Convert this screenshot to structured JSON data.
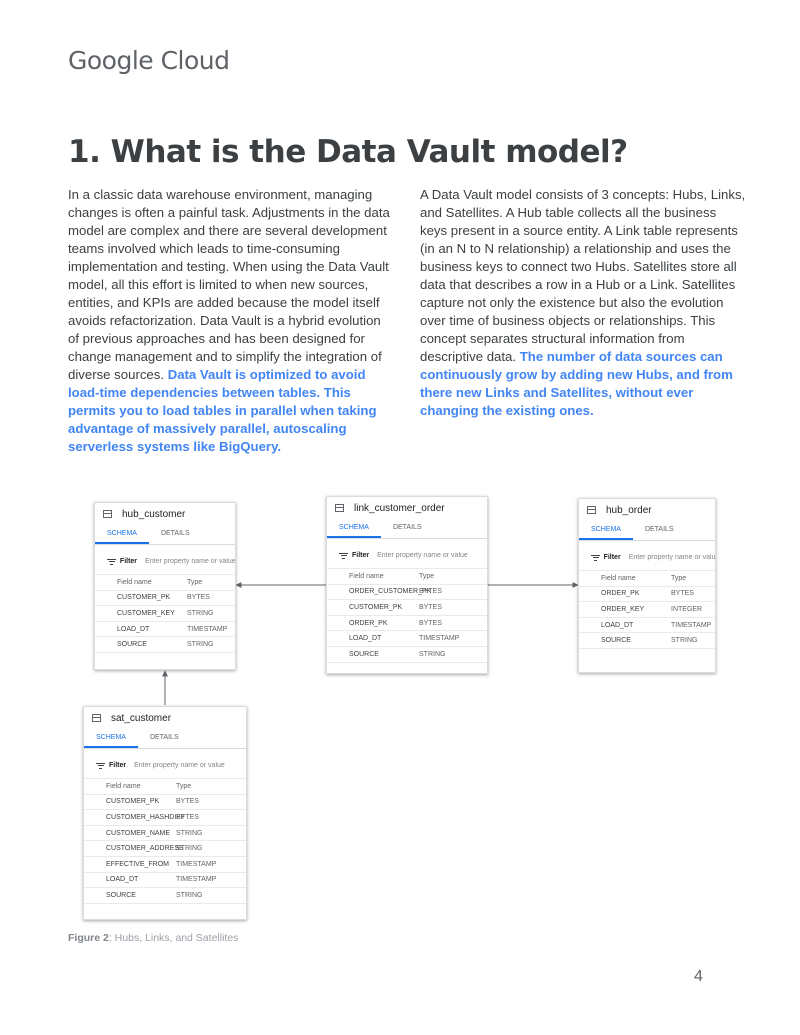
{
  "header": {
    "logo_text": "Google Cloud"
  },
  "title": "1. What is the Data Vault model?",
  "left_column": {
    "text": "In a classic data warehouse environment, managing changes is often a painful task. Adjustments in the data model are complex and there are several development teams involved which leads to time-consuming implementation and testing. When using the Data Vault model, all this effort is limited to when new sources, entities, and KPIs are added because the model itself avoids refactorization. Data Vault is a hybrid evolution of previous approaches and has been designed for change management and to simplify the integration of diverse sources.",
    "highlight": "Data Vault is optimized to avoid load-time dependencies between tables. This permits you to load tables in parallel when taking advantage of massively parallel, autoscaling serverless systems like BigQuery."
  },
  "right_column": {
    "text": "A Data Vault model consists of 3 concepts: Hubs, Links, and Satellites. A Hub table collects all the business keys present in a source entity. A Link table represents (in an N to N relationship) a relationship and uses the business keys to connect two Hubs. Satellites store all data that describes a row in a Hub or a Link. Satellites capture not only the existence but also the evolution over time of business objects or relationships. This concept separates structural information from descriptive data.",
    "highlight": "The number of data sources can continuously grow by adding new Hubs, and from there new Links and Satellites, without ever changing the existing ones."
  },
  "common": {
    "tab_schema": "SCHEMA",
    "tab_details": "DETAILS",
    "filter_label": "Filter",
    "filter_placeholder": "Enter property name or value",
    "col_field": "Field name",
    "col_type": "Type"
  },
  "tables": {
    "hub_customer": {
      "name": "hub_customer",
      "fields": [
        {
          "name": "CUSTOMER_PK",
          "type": "BYTES"
        },
        {
          "name": "CUSTOMER_KEY",
          "type": "STRING"
        },
        {
          "name": "LOAD_DT",
          "type": "TIMESTAMP"
        },
        {
          "name": "SOURCE",
          "type": "STRING"
        }
      ]
    },
    "link_customer_order": {
      "name": "link_customer_order",
      "fields": [
        {
          "name": "ORDER_CUSTOMER_PK",
          "type": "BYTES"
        },
        {
          "name": "CUSTOMER_PK",
          "type": "BYTES"
        },
        {
          "name": "ORDER_PK",
          "type": "BYTES"
        },
        {
          "name": "LOAD_DT",
          "type": "TIMESTAMP"
        },
        {
          "name": "SOURCE",
          "type": "STRING"
        }
      ]
    },
    "hub_order": {
      "name": "hub_order",
      "fields": [
        {
          "name": "ORDER_PK",
          "type": "BYTES"
        },
        {
          "name": "ORDER_KEY",
          "type": "INTEGER"
        },
        {
          "name": "LOAD_DT",
          "type": "TIMESTAMP"
        },
        {
          "name": "SOURCE",
          "type": "STRING"
        }
      ]
    },
    "sat_customer": {
      "name": "sat_customer",
      "fields": [
        {
          "name": "CUSTOMER_PK",
          "type": "BYTES"
        },
        {
          "name": "CUSTOMER_HASHDIFF",
          "type": "BYTES"
        },
        {
          "name": "CUSTOMER_NAME",
          "type": "STRING"
        },
        {
          "name": "CUSTOMER_ADDRESS",
          "type": "STRING"
        },
        {
          "name": "EFFECTIVE_FROM",
          "type": "TIMESTAMP"
        },
        {
          "name": "LOAD_DT",
          "type": "TIMESTAMP"
        },
        {
          "name": "SOURCE",
          "type": "STRING"
        }
      ]
    }
  },
  "caption": {
    "label": "Figure 2",
    "text": ": Hubs, Links, and Satellites"
  },
  "page_number": "4"
}
